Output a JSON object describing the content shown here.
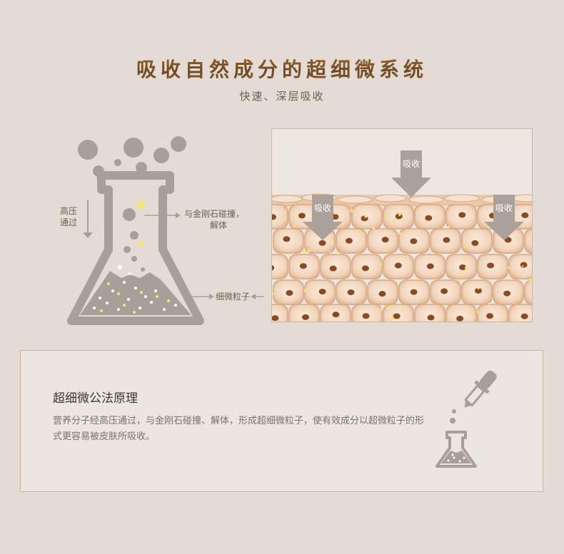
{
  "header": {
    "title": "吸收自然成分的超细微系统",
    "subtitle": "快速、深层吸收"
  },
  "flask_diagram": {
    "label_high_pressure_line1": "高压",
    "label_high_pressure_line2": "通过",
    "label_collide_line1": "与金刚石碰撞，",
    "label_collide_line2": "解体",
    "label_particles": "细微粒子"
  },
  "skin_diagram": {
    "absorb_labels": [
      "吸收",
      "吸收",
      "吸收"
    ]
  },
  "principle": {
    "title": "超细微公法原理",
    "body": "营养分子经高压通过，与金刚石碰撞、解体，形成超细微粒子，使有效成分以超微粒子的形式更容易被皮肤所吸收。"
  },
  "colors": {
    "background": "#e4dcd4",
    "flask_gray": "#a8a098",
    "title_brown": "#7a5028",
    "cell_fill": "#f2d6be",
    "cell_border": "#d6a884",
    "nucleus": "#8a4a24",
    "particle_yellow": "#f4e27a"
  }
}
